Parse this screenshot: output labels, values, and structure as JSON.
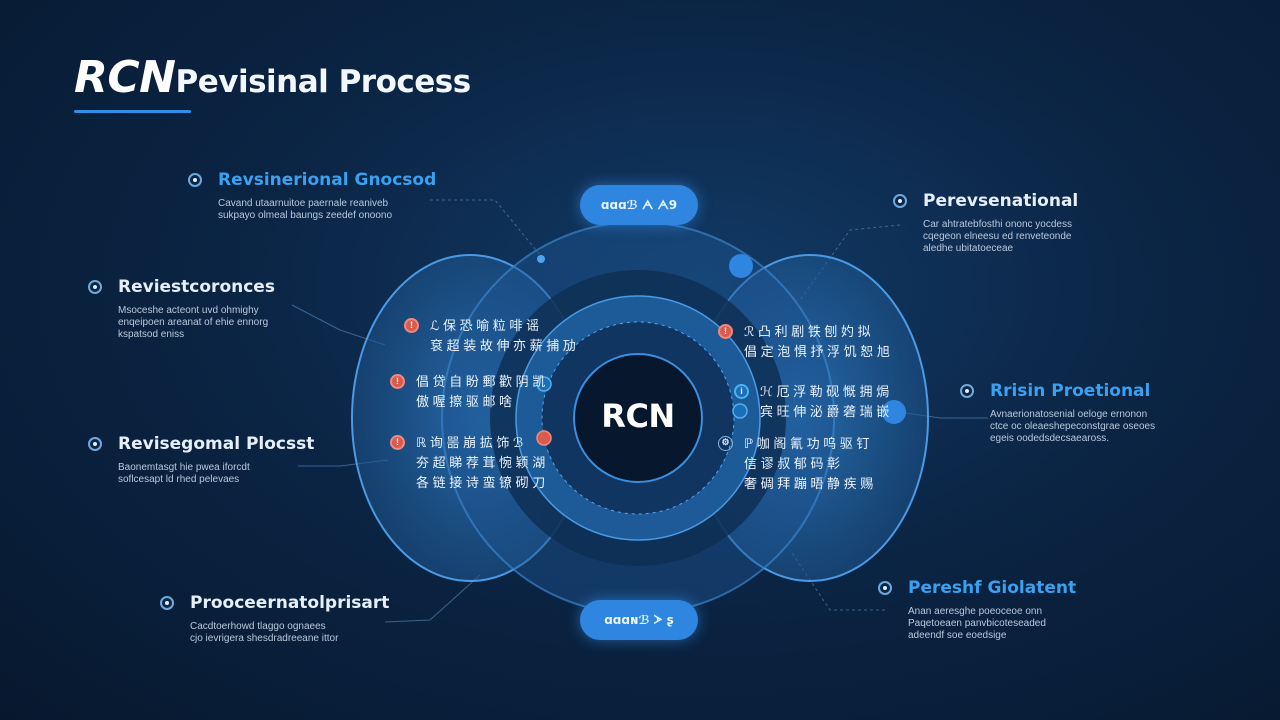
{
  "header": {
    "title_brand": "RCN",
    "title_rest": "Pevisinal Process"
  },
  "diagram": {
    "center_label": "RCN",
    "top_pill": "ɑɑɑℬ ᗅ ᗅ9",
    "bottom_pill": "ɑɑɑɴℬ ᗆ ʂ",
    "callouts": {
      "left_1": {
        "label": "Revsinerional Gnocsod",
        "desc": [
          "Cavand utaarnuitoe paernale reaniveb",
          "sukpayo olmeal baungs zeedef onoono"
        ]
      },
      "left_2": {
        "label": "Reviestcoronces",
        "desc": [
          "Msoceshe acteont uvd ohmighy",
          "enqeipoen areanat of ehie ennorg",
          "kspatsod eniss"
        ]
      },
      "left_3": {
        "label": "Revisegomal Plocsst",
        "desc": [
          "Baonemtasgt hie pwea iforcdt",
          "soflcesapt ld rhed pelevaes"
        ]
      },
      "left_4": {
        "label": "Prooceernatolprisart",
        "desc": [
          "Cacdtoerhowd tlaggo ognaees",
          "cjo ievrigera shesdradreeane ittor"
        ]
      },
      "right_1": {
        "label": "Perevsenational",
        "desc": [
          "Car ahtratebfosthi ononc yocdess",
          "cqegeon elneesu ed renveteonde",
          "aledhe ubitatoeceae"
        ]
      },
      "right_2": {
        "label": "Rrisin Proetional",
        "desc": [
          "Avnaerionatosenial oeloge ernonon",
          "ctce oc oleaeshepeconstgrae oseoes",
          "egeis oodedsdecsaeaross."
        ]
      },
      "right_3": {
        "label": "Pereshf Giolatent",
        "desc": [
          "Anan aeresghe poeoceoe onn",
          "Paqetoeaen panvbicoteseaded",
          "adeendf soe eoedsige"
        ]
      }
    },
    "nodes": {
      "l1": {
        "icon": "shield-icon",
        "lines": [
          "ℒ 保 恐 喻 粒 啡 谣",
          "袞 超 装 故 伸 亦 薪 捕 劢"
        ]
      },
      "l2": {
        "icon": "shield-icon",
        "lines": [
          "倡 贷 自 盼 郵 歡 阴 凯",
          "傲 喔 擦 驱 邮 啥"
        ]
      },
      "l3": {
        "icon": "shield-icon",
        "lines": [
          "ℝ 询 噐 崩 拡 饰 ℬ",
          "夯 超 睇 荐 茸 惋 颖 湖",
          "各 链 接 诗 蛮 镣 砌 刀"
        ]
      },
      "r1": {
        "icon": "shield-icon",
        "lines": [
          "ℛ 凸 利 剧 铁 刨 妁 拟",
          "倡 定 泡 惧 抒 浮 饥 恕 旭"
        ]
      },
      "r2": {
        "icon": "info-icon",
        "lines": [
          "ℋ 厄 浮 勒 砚 慨 拥 焗",
          "宾 旺 伸 泌 爵 砻 瑞 嵌"
        ]
      },
      "r3": {
        "icon": "gear-icon",
        "lines": [
          "ℙ 咖 阁 氰 功 呜 驱 钉",
          "信 谬 叔 郁 码 彰",
          "奢 碉 拜 蹦 晤 静 疾 赐"
        ]
      }
    },
    "colors": {
      "accent": "#2e86e0",
      "ring_bright": "#3a8fe0",
      "node_red": "#d95a4e",
      "node_cyan": "#4fb1f2"
    }
  }
}
